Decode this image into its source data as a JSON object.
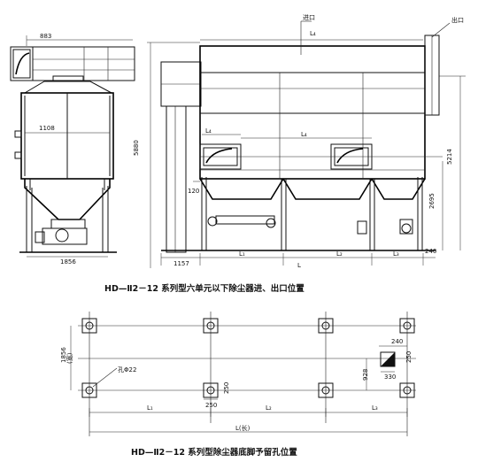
{
  "diagram": {
    "top_view": {
      "caption": "HD—Ⅱ2－12 系列型六单元以下除尘器进、出口位置",
      "labels": {
        "inlet": "进口",
        "outlet": "出口",
        "dim_883": "883",
        "dim_1108": "1108",
        "dim_5880": "5880",
        "dim_5214": "5214",
        "dim_2695": "2695",
        "dim_120": "120",
        "dim_1856": "1856",
        "dim_1157": "1157",
        "dim_L4_top": "L₄",
        "dim_L4_a": "L₄",
        "dim_L4_b": "L₄",
        "dim_L1_a": "L₁",
        "dim_L": "L",
        "dim_L2": "L₂",
        "dim_L3": "L₃",
        "dim_240": "240"
      }
    },
    "bottom_view": {
      "caption": "HD—Ⅱ2－12 系列型除尘器底脚予留孔位置",
      "labels": {
        "hole": "孔Φ22",
        "dim_1856": "1856",
        "dim_width": "(宽)",
        "dim_240": "240",
        "dim_250_right": "250",
        "dim_330": "330",
        "dim_928": "928",
        "dim_250": "250",
        "dim_250_v": "250",
        "dim_L1": "L₁",
        "dim_L2": "L₂",
        "dim_L3": "L₃",
        "dim_L_long": "L(长)"
      }
    }
  }
}
